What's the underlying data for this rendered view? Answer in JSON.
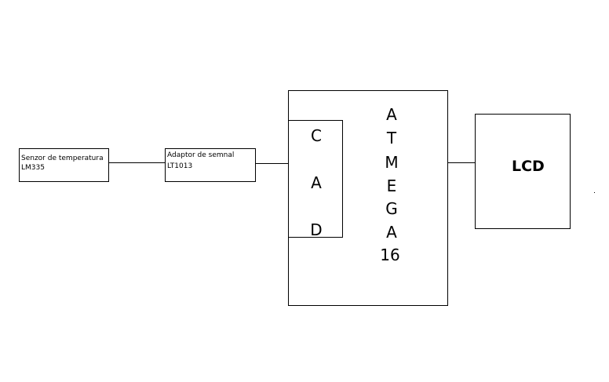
{
  "sensor": {
    "line1": "Senzor de temperatura",
    "line2": "LM335"
  },
  "adapter": {
    "line1": "Adaptor de semnal",
    "line2": "LT1013"
  },
  "adc": {
    "letters": [
      "C",
      "A",
      "D"
    ]
  },
  "mcu": {
    "letters": [
      "A",
      "T",
      "M",
      "E",
      "G",
      "A",
      "16"
    ]
  },
  "lcd": {
    "label": "LCD"
  }
}
